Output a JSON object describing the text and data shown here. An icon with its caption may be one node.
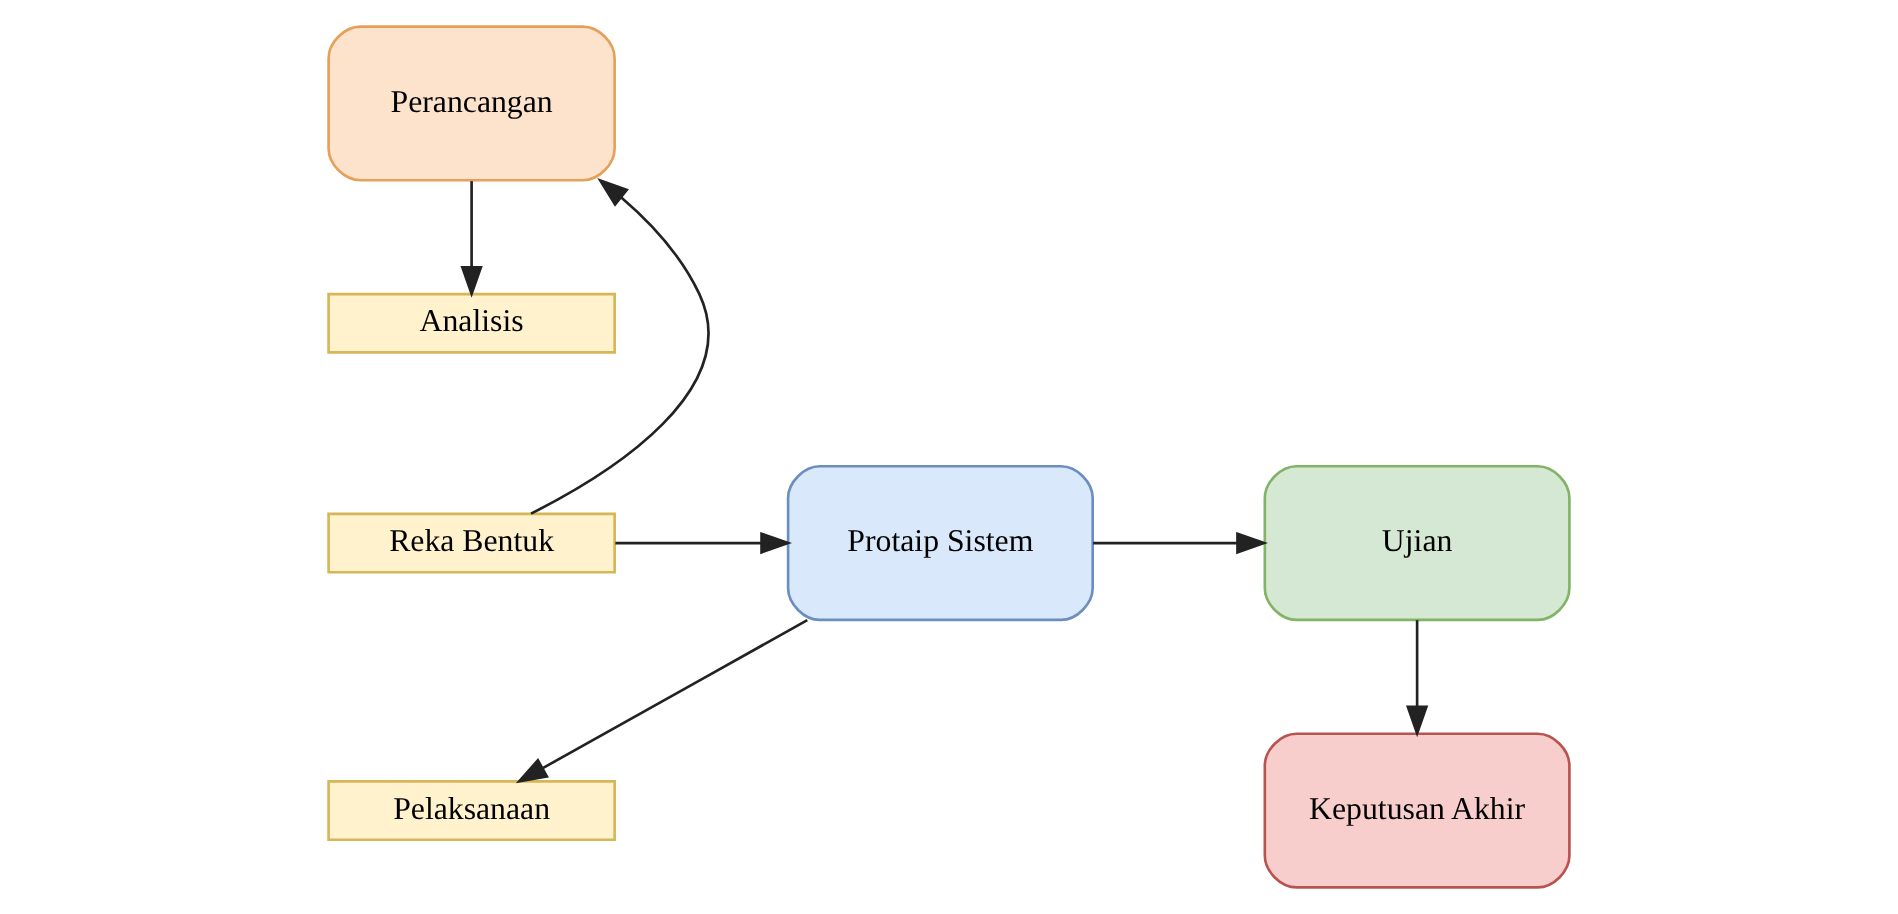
{
  "diagram": {
    "nodes": [
      {
        "text": [
          "Perancangan"
        ]
      },
      {
        "text": [
          "Analisis"
        ]
      },
      {
        "text": [
          "Reka Bentuk"
        ]
      },
      {
        "text": [
          "Pelaksanaan"
        ]
      },
      {
        "text": [
          "Protaip Sistem"
        ]
      },
      {
        "text": [
          "Ujian"
        ]
      },
      {
        "text": [
          "Keputusan Akhir"
        ]
      }
    ],
    "edges": [
      {
        "from": 0,
        "to": 1,
        "arrow": "to"
      },
      {
        "from": 2,
        "to": 0,
        "arrow": "to"
      },
      {
        "from": 2,
        "to": 4,
        "arrow": "to"
      },
      {
        "from": 4,
        "to": 3,
        "arrow": "to"
      },
      {
        "from": 4,
        "to": 5,
        "arrow": "to"
      },
      {
        "from": 5,
        "to": 6,
        "arrow": "to"
      }
    ]
  }
}
